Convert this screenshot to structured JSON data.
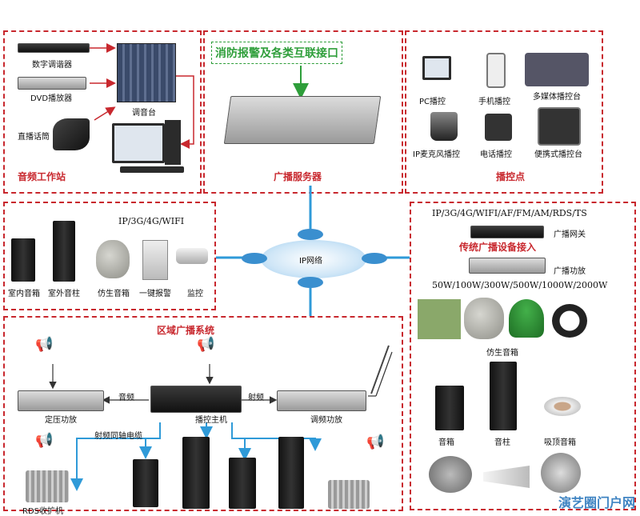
{
  "sections": {
    "audio_station": "音频工作站",
    "fire_alarm": "消防报警及各类互联接口",
    "broadcast_server": "广播服务器",
    "control_point": "播控点",
    "regional": "区域广播系统",
    "traditional_access": "传统广播设备接入"
  },
  "audio_station": {
    "tuner": "数字调谐器",
    "dvd": "DVD播放器",
    "mixer": "调音台",
    "mic": "直播话筒"
  },
  "control_points": {
    "pc": "PC播控",
    "mobile": "手机播控",
    "multimedia": "多媒体播控台",
    "ip_mic": "IP麦克风播控",
    "tel": "电话播控",
    "portable": "便携式播控台"
  },
  "network": {
    "label": "IP网络",
    "left_protocols": "IP/3G/4G/WIFI",
    "right_protocols": "IP/3G/4G/WIFI/AF/FM/AM/RDS/TS"
  },
  "terminals": {
    "indoor": "室内音箱",
    "outdoor": "室外音柱",
    "bionic": "仿生音箱",
    "alarm": "一键报警",
    "camera": "监控"
  },
  "traditional": {
    "gateway": "广播网关",
    "amp": "广播功放",
    "power_list": "50W/100W/300W/500W/1000W/2000W",
    "bionic": "仿生音箱",
    "speaker": "音箱",
    "column": "音柱",
    "ceiling": "吸顶音箱"
  },
  "regional": {
    "const_amp": "定压功放",
    "audio_link": "音频",
    "host": "播控主机",
    "rf_link": "射频",
    "fm_amp": "调频功放",
    "coax": "射频同轴电缆",
    "rds": "RDS收扩机"
  },
  "watermark": "演艺圈门户网",
  "colors": {
    "dashed_border": "#c8282e",
    "arrow_green": "#2e9e3a",
    "link_blue": "#2f9ad8"
  }
}
